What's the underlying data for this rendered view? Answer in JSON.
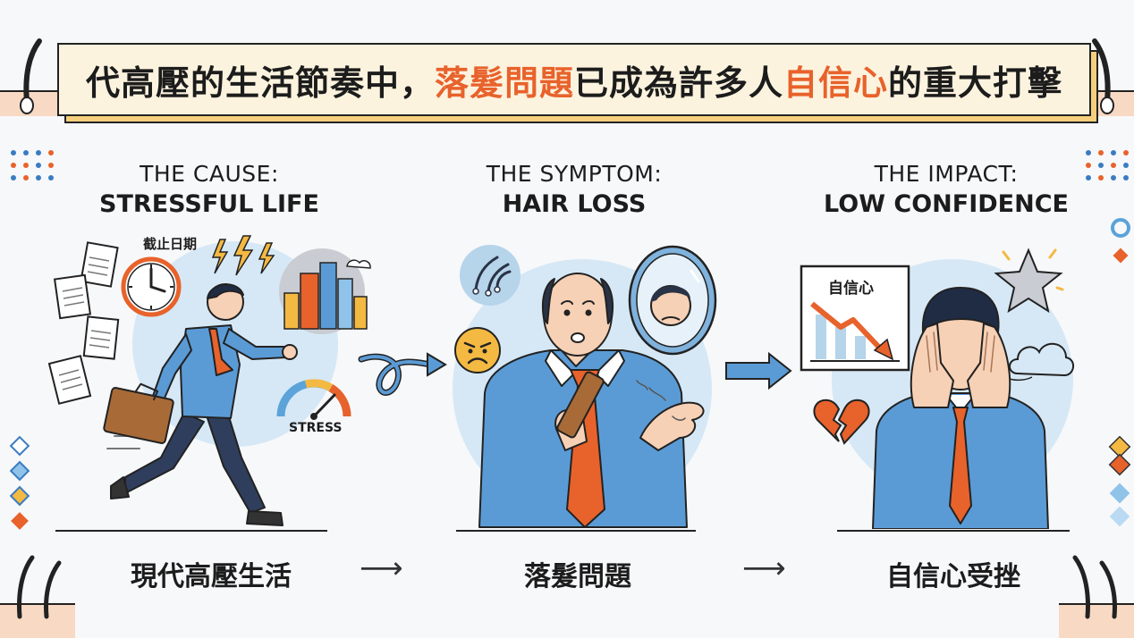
{
  "title": {
    "part1": "代高壓的生活節奏中，",
    "highlight1": "落髮問題",
    "part2": "已成為許多人",
    "highlight2": "自信心",
    "part3": "的重大打擊"
  },
  "panels": [
    {
      "heading": "THE CAUSE:",
      "subheading": "STRESSFUL LIFE",
      "caption": "現代高壓生活",
      "deadline_label": "截止日期",
      "gauge_label": "STRESS"
    },
    {
      "heading": "THE SYMPTOM:",
      "subheading": "HAIR LOSS",
      "caption": "落髮問題"
    },
    {
      "heading": "THE IMPACT:",
      "subheading": "LOW CONFIDENCE",
      "caption": "自信心受挫",
      "chart_label": "自信心"
    }
  ],
  "flow_arrows": [
    "⟶",
    "⟶"
  ],
  "colors": {
    "accent": "#e8622b",
    "shirt": "#5b9bd5",
    "circle": "#d6e8f5",
    "banner_bg": "#fcf3df",
    "banner_shadow": "#f6cf7c"
  },
  "icons": [
    "hair-follicle-icon",
    "clock-icon",
    "lightning-icon",
    "city-icon",
    "stress-gauge-icon",
    "briefcase-icon",
    "hair-strand-icon",
    "angry-face-icon",
    "mirror-icon",
    "comb-icon",
    "broken-heart-icon",
    "star-icon",
    "cloud-icon",
    "chart-down-icon"
  ]
}
